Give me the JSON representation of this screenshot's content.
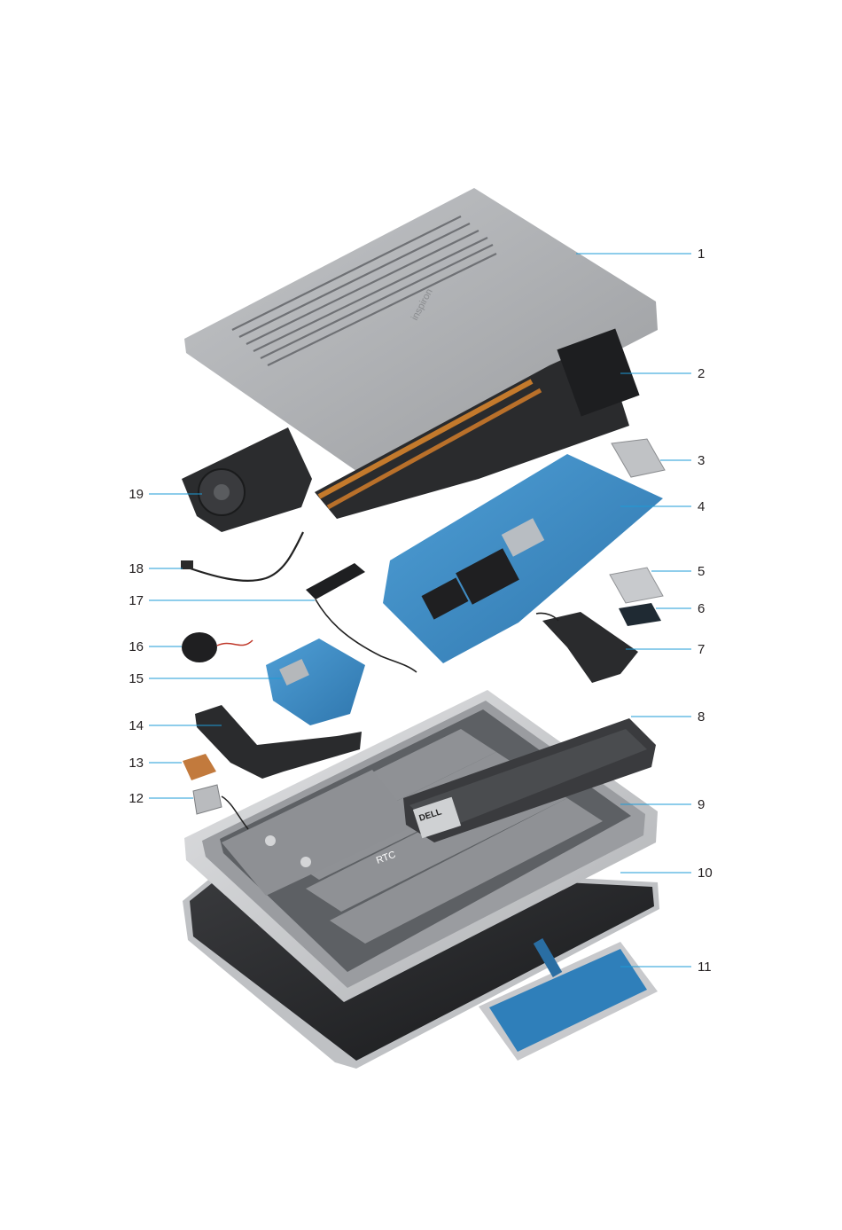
{
  "callouts": [
    {
      "id": 1,
      "label": "1"
    },
    {
      "id": 2,
      "label": "2"
    },
    {
      "id": 3,
      "label": "3"
    },
    {
      "id": 4,
      "label": "4"
    },
    {
      "id": 5,
      "label": "5"
    },
    {
      "id": 6,
      "label": "6"
    },
    {
      "id": 7,
      "label": "7"
    },
    {
      "id": 8,
      "label": "8"
    },
    {
      "id": 9,
      "label": "9"
    },
    {
      "id": 10,
      "label": "10"
    },
    {
      "id": 11,
      "label": "11"
    },
    {
      "id": 12,
      "label": "12"
    },
    {
      "id": 13,
      "label": "13"
    },
    {
      "id": 14,
      "label": "14"
    },
    {
      "id": 15,
      "label": "15"
    },
    {
      "id": 16,
      "label": "16"
    },
    {
      "id": 17,
      "label": "17"
    },
    {
      "id": 18,
      "label": "18"
    },
    {
      "id": 19,
      "label": "19"
    }
  ],
  "printed_text": {
    "base_cover_logo": "inspiron",
    "battery_logo": "DELL",
    "rtc_label": "RTC"
  },
  "colors": {
    "leader_line": "#1d9bd7",
    "base_cover": "#a9abae",
    "board": "#3b8cc4",
    "dark_part": "#2b2b2d",
    "silver": "#c9cacc"
  }
}
